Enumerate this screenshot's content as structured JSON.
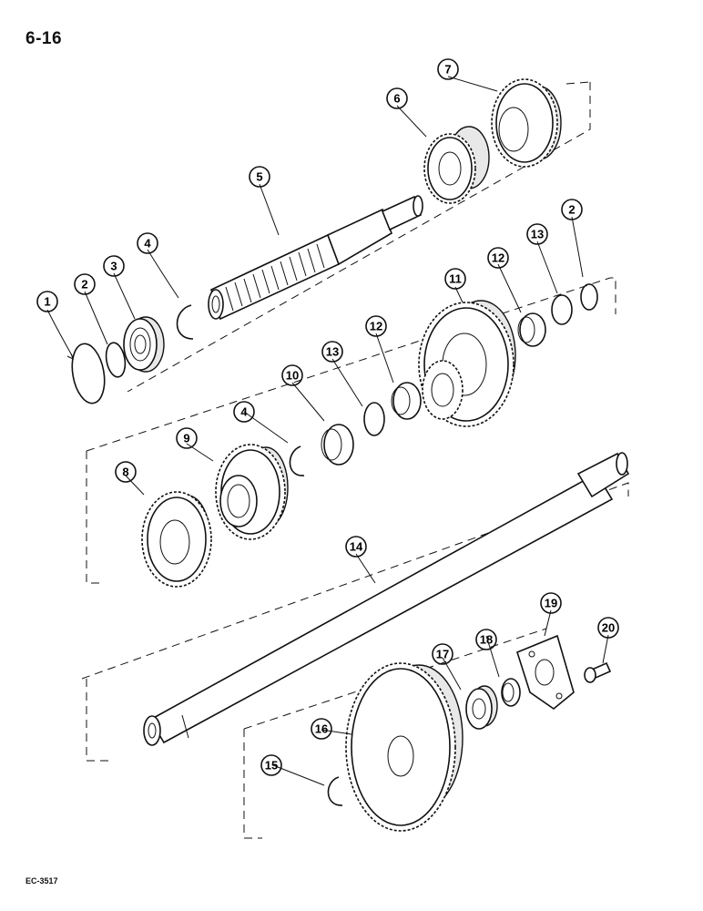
{
  "page": {
    "number": "6-16",
    "figure_code": "EC-3517"
  },
  "callouts": [
    "1",
    "2",
    "3",
    "4",
    "5",
    "6",
    "7",
    "2",
    "13",
    "12",
    "11",
    "12",
    "13",
    "10",
    "4",
    "9",
    "8",
    "14",
    "15",
    "16",
    "17",
    "18",
    "19",
    "20"
  ]
}
